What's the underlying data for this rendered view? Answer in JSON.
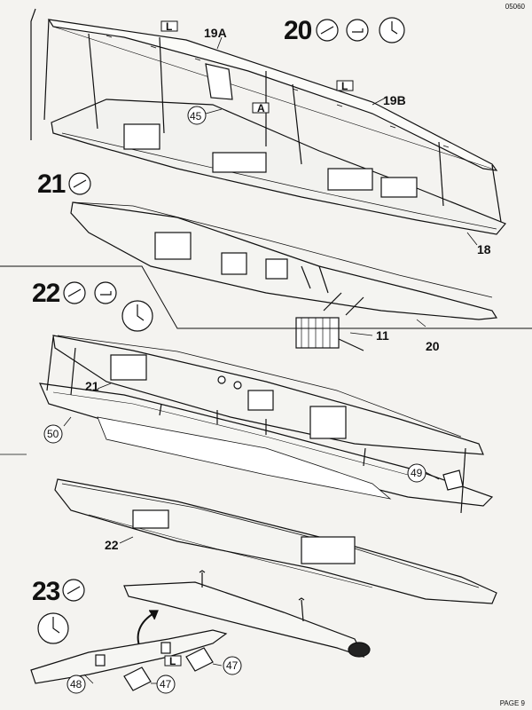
{
  "doc": {
    "code": "05060",
    "page": "PAGE 9"
  },
  "steps": [
    {
      "number": "20",
      "parts": [
        "19A",
        "19B",
        "45",
        "18"
      ]
    },
    {
      "number": "21",
      "parts": [
        "20",
        "11"
      ]
    },
    {
      "number": "22",
      "parts": [
        "21",
        "50",
        "49"
      ]
    },
    {
      "number": "23",
      "parts": [
        "22",
        "48",
        "47",
        "47"
      ]
    }
  ],
  "badges": {
    "left": "L",
    "A": "A"
  },
  "icons": [
    "glue-tube-icon",
    "cement-bottle-icon",
    "clock-icon"
  ]
}
